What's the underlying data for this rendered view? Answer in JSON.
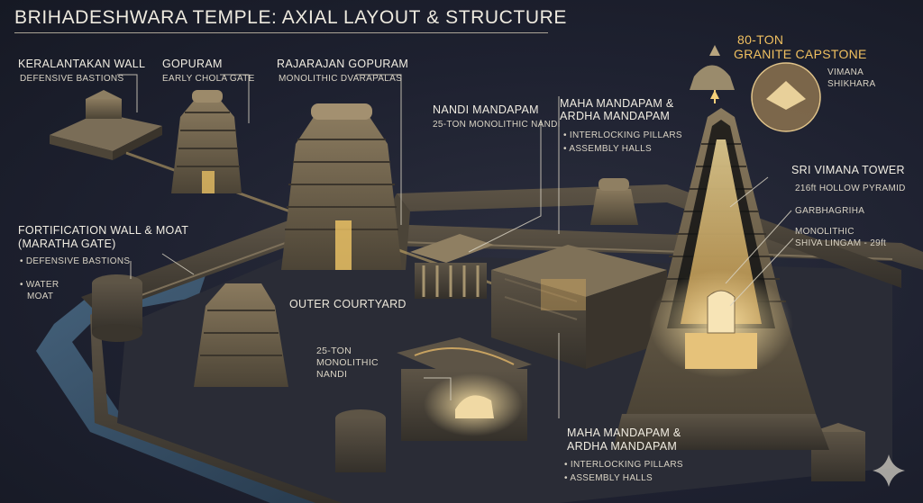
{
  "title": "BRIHADESHWARA TEMPLE: AXIAL LAYOUT & STRUCTURE",
  "labels": {
    "keralantakan_title": "KERALANTAKAN WALL",
    "keralantakan_sub": "DEFENSIVE  BASTIONS",
    "gopuram_title": "GOPURAM",
    "gopuram_sub": "EARLY CHOLA GATE",
    "rajarajan_title": "RAJARAJAN GOPURAM",
    "rajarajan_sub": "MONOLITHIC DVARAPALAS",
    "nandi_mandapam_title": "NANDI MANDAPAM",
    "nandi_mandapam_sub": "25-TON MONOLITHIC NANDI",
    "maha_top_title_1": "MAHA MANDAPAM &",
    "maha_top_title_2": "ARDHA MANDAPAM",
    "maha_top_sub_1": "INTERLOCKING PILLARS",
    "maha_top_sub_2": "ASSEMBLY HALLS",
    "capstone_title_1": "80-TON",
    "capstone_title_2": "GRANITE CAPSTONE",
    "vimana_shikhara_1": "VIMANA",
    "vimana_shikhara_2": "SHIKHARA",
    "sri_vimana_title": "SRI VIMANA TOWER",
    "sri_vimana_sub": "216ft HOLLOW PYRAMID",
    "garbhagriha": "GARBHAGRIHA",
    "lingam_1": "MONOLITHIC",
    "lingam_2": "SHIVA LINGAM - 29ft",
    "fortification_title_1": "FORTIFICATION WALL & MOAT",
    "fortification_title_2": "(MARATHA GATE)",
    "fortification_sub": "DEFENSIVE BASTIONS",
    "water_1": "WATER",
    "water_2": "MOAT",
    "outer_courtyard": "OUTER COURTYARD",
    "nandi_lower_1": "25-TON",
    "nandi_lower_2": "MONOLITHIC",
    "nandi_lower_3": "NANDI",
    "maha_bottom_title_1": "MAHA MANDAPAM &",
    "maha_bottom_title_2": "ARDHA MANDAPAM",
    "maha_bottom_sub_1": "INTERLOCKING PILLARS",
    "maha_bottom_sub_2": "ASSEMBLY HALLS"
  },
  "bullet": "•",
  "colors": {
    "background": "#1e2130",
    "stone": "#6e6250",
    "stone_light": "#9c8a6a",
    "glow": "#f4cf7a",
    "water": "#3d5a73",
    "label_line": "#d8d2c2"
  }
}
